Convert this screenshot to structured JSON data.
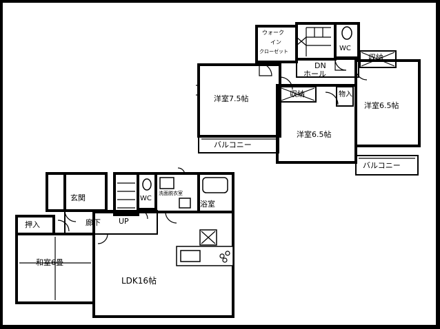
{
  "floor2": {
    "rooms": {
      "western_75": "洋室7.5帖",
      "western_65_center": "洋室6.5帖",
      "western_65_right": "洋室6.5帖",
      "walkin_line1": "ウォーク",
      "walkin_line2": "イン",
      "walkin_line3": "クローゼット",
      "wc": "WC",
      "dn": "DN",
      "hall": "ホール",
      "storage_center": "収納",
      "storage_right": "収納",
      "closet_small": "物入",
      "balcony_left": "バルコニー",
      "balcony_right": "バルコニー"
    }
  },
  "floor1": {
    "rooms": {
      "entrance": "玄関",
      "corridor": "廊下",
      "up": "UP",
      "wc": "WC",
      "washroom": "洗面脱衣室",
      "bathroom": "浴室",
      "oshiire": "押入",
      "washitsu": "和室6畳",
      "ldk": "LDK16帖"
    }
  }
}
